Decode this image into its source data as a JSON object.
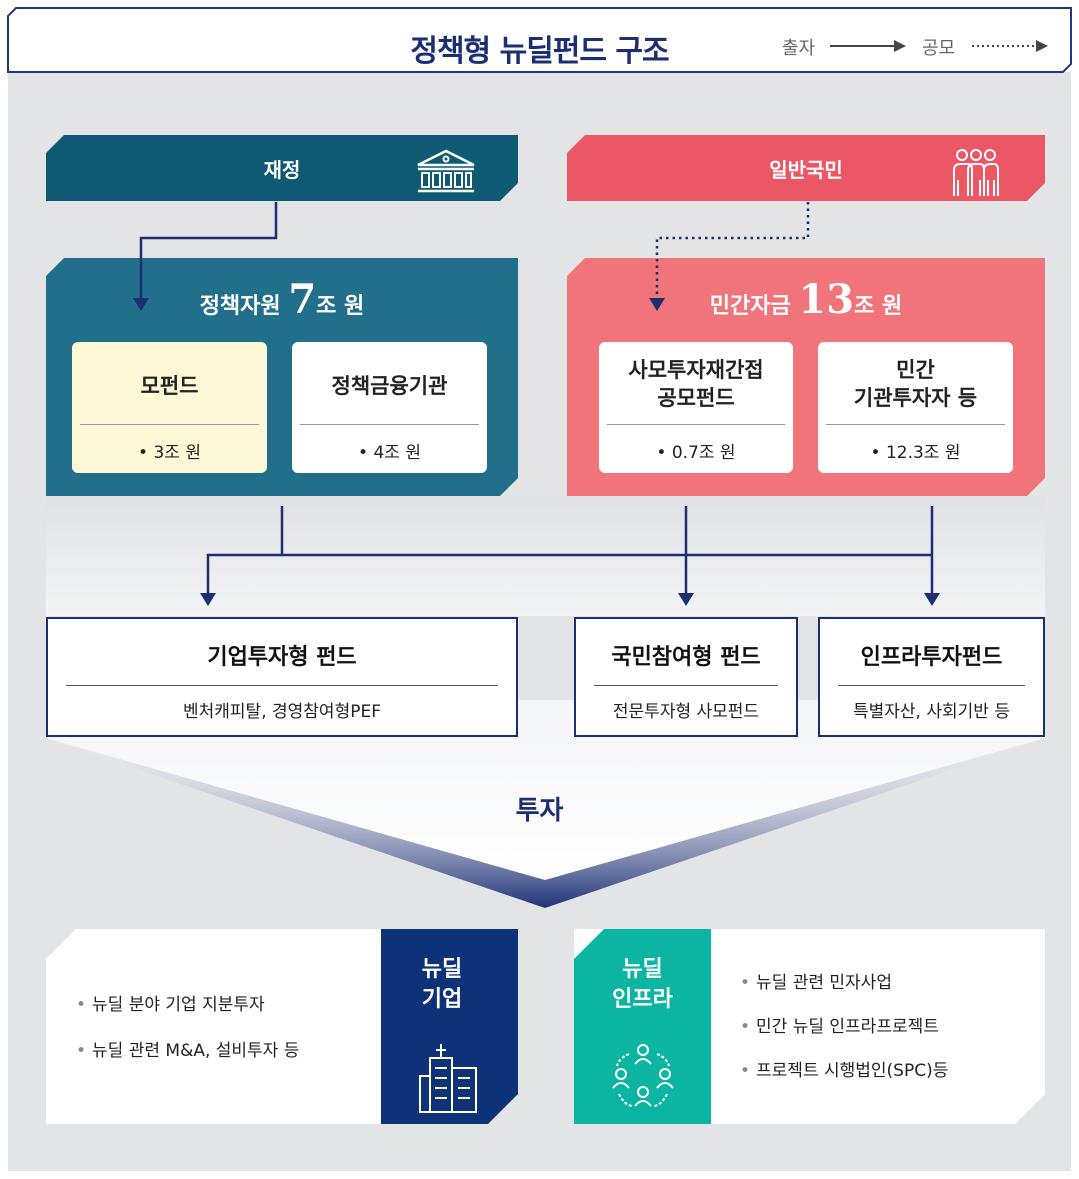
{
  "header": {
    "title": "정책형 뉴딜펀드 구조",
    "legend_solid": "출자",
    "legend_dotted": "공모"
  },
  "left_top": {
    "label": "재정",
    "icon": "government-building-icon",
    "color": "#0e5a72"
  },
  "right_top": {
    "label": "일반국민",
    "icon": "people-icon",
    "color": "#ec5766"
  },
  "left_box": {
    "title_prefix": "정책자원 ",
    "amount": "7",
    "title_suffix": "조 원",
    "color": "#226f8c",
    "cards": [
      {
        "name": "모펀드",
        "value": "• 3조 원",
        "bg": "#fdf9d6"
      },
      {
        "name": "정책금융기관",
        "value": "• 4조 원",
        "bg": "#ffffff"
      }
    ]
  },
  "right_box": {
    "title_prefix": "민간자금 ",
    "amount": "13",
    "title_suffix": "조 원",
    "color": "#f07479",
    "cards": [
      {
        "name_line1": "사모투자재간접",
        "name_line2": "공모펀드",
        "value": "• 0.7조 원"
      },
      {
        "name_line1": "민간",
        "name_line2": "기관투자자 등",
        "value": "• 12.3조 원"
      }
    ]
  },
  "funds": [
    {
      "name": "기업투자형 펀드",
      "desc": "벤처캐피탈, 경영참여형PEF"
    },
    {
      "name": "국민참여형 펀드",
      "desc": "전문투자형 사모펀드"
    },
    {
      "name": "인프라투자펀드",
      "desc": "특별자산, 사회기반 등"
    }
  ],
  "invest_label": "투자",
  "newdeal_company": {
    "label_line1": "뉴딜",
    "label_line2": "기업",
    "icon": "buildings-icon",
    "color": "#0e3277",
    "bullets": [
      "뉴딜 분야 기업 지분투자",
      "뉴딜 관련 M&A, 설비투자 등"
    ]
  },
  "newdeal_infra": {
    "label_line1": "뉴딜",
    "label_line2": "인프라",
    "icon": "network-people-icon",
    "color": "#0bb5a1",
    "bullets": [
      "뉴딜 관련 민자사업",
      "민간 뉴딜 인프라프로젝트",
      "프로젝트 시행법인(SPC)등"
    ]
  }
}
